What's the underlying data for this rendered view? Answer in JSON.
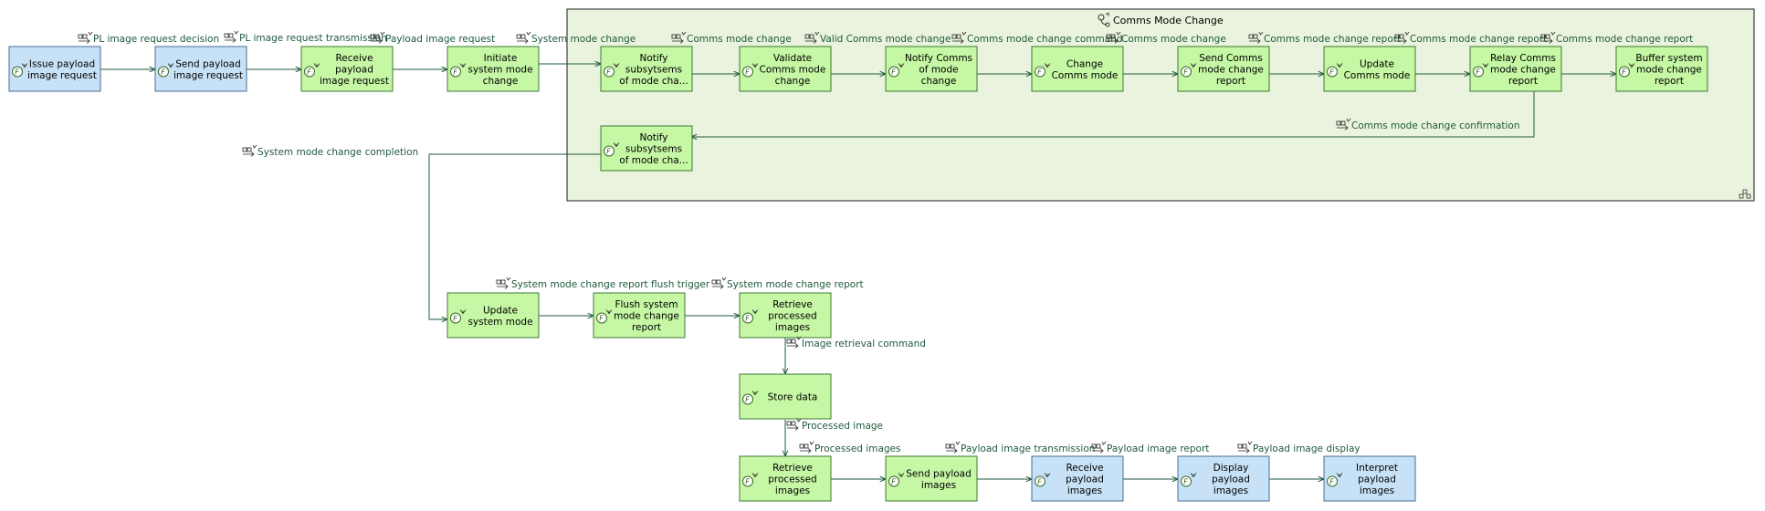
{
  "diagram": {
    "type": "functional-flow",
    "colors": {
      "function_fill": "#c6f7a4",
      "function_stroke": "#3c7a35",
      "external_fill": "#c7e2f7",
      "external_stroke": "#4a6c96",
      "group_fill": "#eaf3dd",
      "group_stroke": "#1a1a1a",
      "flow_line": "#1e5a3c",
      "flow_text": "#1e5a3c"
    },
    "group": {
      "title": "Comms Mode Change"
    },
    "functions": {
      "issue_req": {
        "lines": [
          "Issue payload",
          "image request"
        ],
        "kind": "external"
      },
      "send_req": {
        "lines": [
          "Send payload",
          "image request"
        ],
        "kind": "external"
      },
      "receive_req": {
        "lines": [
          "Receive",
          "payload",
          "image request"
        ],
        "kind": "function"
      },
      "initiate_smc": {
        "lines": [
          "Initiate",
          "system mode",
          "change"
        ],
        "kind": "function"
      },
      "notify_sub_1": {
        "lines": [
          "Notify",
          "subsytsems",
          "of mode cha..."
        ],
        "kind": "function"
      },
      "validate_cm": {
        "lines": [
          "Validate",
          "Comms mode",
          "change"
        ],
        "kind": "function"
      },
      "notify_cm": {
        "lines": [
          "Notify Comms",
          "of mode",
          "change"
        ],
        "kind": "function"
      },
      "change_cm": {
        "lines": [
          "Change",
          "Comms mode"
        ],
        "kind": "function"
      },
      "send_cm_report": {
        "lines": [
          "Send Comms",
          "mode change",
          "report"
        ],
        "kind": "function"
      },
      "update_cm": {
        "lines": [
          "Update",
          "Comms mode"
        ],
        "kind": "function"
      },
      "relay_cm_report": {
        "lines": [
          "Relay Comms",
          "mode change",
          "report"
        ],
        "kind": "function"
      },
      "buffer_report": {
        "lines": [
          "Buffer system",
          "mode change",
          "report"
        ],
        "kind": "function"
      },
      "notify_sub_2": {
        "lines": [
          "Notify",
          "subsytsems",
          "of mode cha..."
        ],
        "kind": "function"
      },
      "update_sm": {
        "lines": [
          "Update",
          "system mode"
        ],
        "kind": "function"
      },
      "flush_report": {
        "lines": [
          "Flush system",
          "mode change",
          "report"
        ],
        "kind": "function"
      },
      "retrieve_proc_1": {
        "lines": [
          "Retrieve",
          "processed",
          "images"
        ],
        "kind": "function"
      },
      "store_data": {
        "lines": [
          "Store data"
        ],
        "kind": "function"
      },
      "retrieve_proc_2": {
        "lines": [
          "Retrieve",
          "processed",
          "images"
        ],
        "kind": "function"
      },
      "send_payload": {
        "lines": [
          "Send payload",
          "images"
        ],
        "kind": "function"
      },
      "receive_payload": {
        "lines": [
          "Receive",
          "payload",
          "images"
        ],
        "kind": "external"
      },
      "display_payload": {
        "lines": [
          "Display",
          "payload",
          "images"
        ],
        "kind": "external"
      },
      "interpret_payload": {
        "lines": [
          "Interpret",
          "payload",
          "images"
        ],
        "kind": "external"
      }
    },
    "flows": {
      "pl_decision": "PL image request decision",
      "pl_transmission": "PL image request transmission",
      "payload_request": "Payload image request",
      "system_mode_change": "System mode change",
      "comms_mode_change_a": "Comms mode change",
      "valid_comms": "Valid Comms mode change",
      "comms_command": "Comms mode change command",
      "comms_mode_change_b": "Comms mode change",
      "cm_report_1": "Comms mode change report",
      "cm_report_2": "Comms mode change report",
      "cm_report_3": "Comms mode change report",
      "cm_confirmation": "Comms mode change confirmation",
      "smc_completion": "System mode change completion",
      "smc_flush_trigger": "System mode change report flush trigger",
      "smc_report": "System mode change report",
      "retrieval_cmd": "Image retrieval command",
      "processed_image": "Processed image",
      "processed_images": "Processed images",
      "payload_transmission": "Payload image transmission",
      "payload_report": "Payload image report",
      "payload_display": "Payload image display"
    }
  }
}
